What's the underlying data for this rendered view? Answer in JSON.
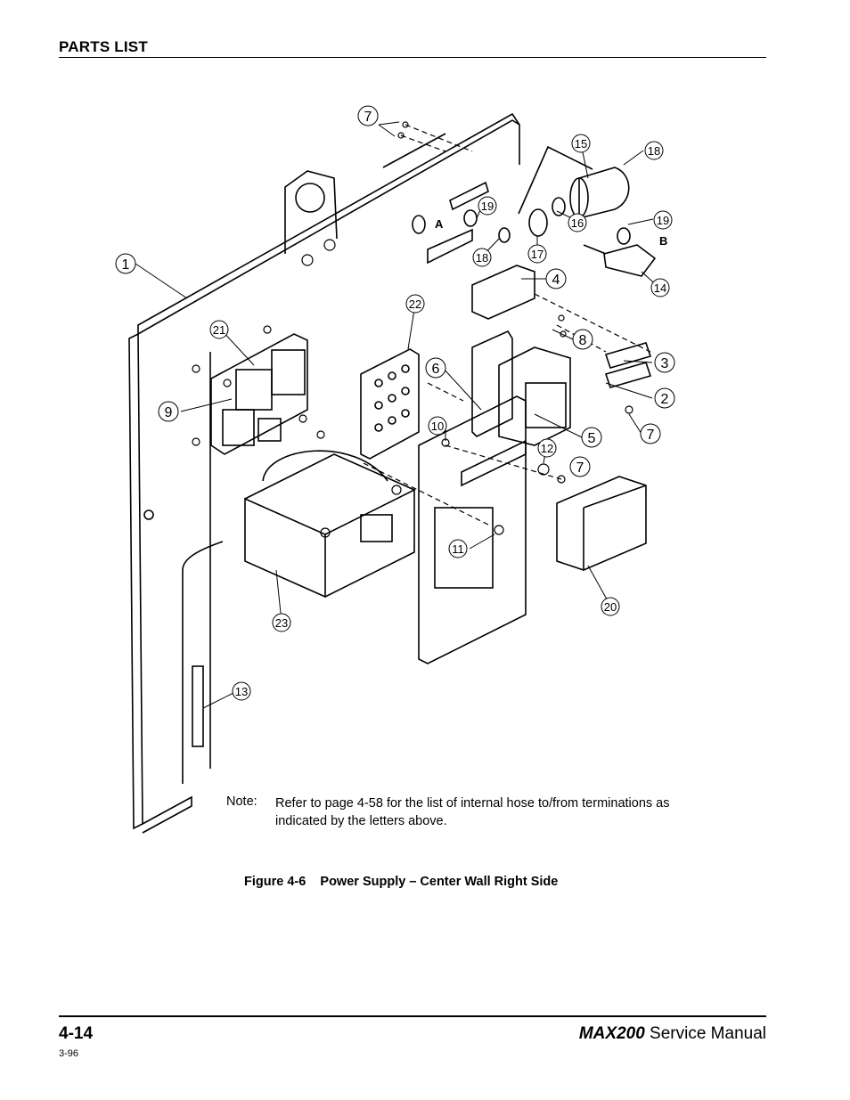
{
  "header": {
    "title": "PARTS LIST"
  },
  "figure": {
    "callouts": [
      "1",
      "2",
      "3",
      "4",
      "5",
      "6",
      "7",
      "8",
      "9",
      "10",
      "11",
      "12",
      "13",
      "14",
      "15",
      "16",
      "17",
      "18",
      "19",
      "20",
      "21",
      "22",
      "23"
    ],
    "letters": [
      "A",
      "B"
    ],
    "note_label": "Note:",
    "note_text": "Refer to page 4-58 for the list of internal hose to/from terminations as indicated by the letters above.",
    "caption": "Figure 4-6    Power Supply – Center Wall Right Side"
  },
  "footer": {
    "page_number": "4-14",
    "revision": "3-96",
    "product": "MAX200",
    "manual": "Service Manual"
  }
}
